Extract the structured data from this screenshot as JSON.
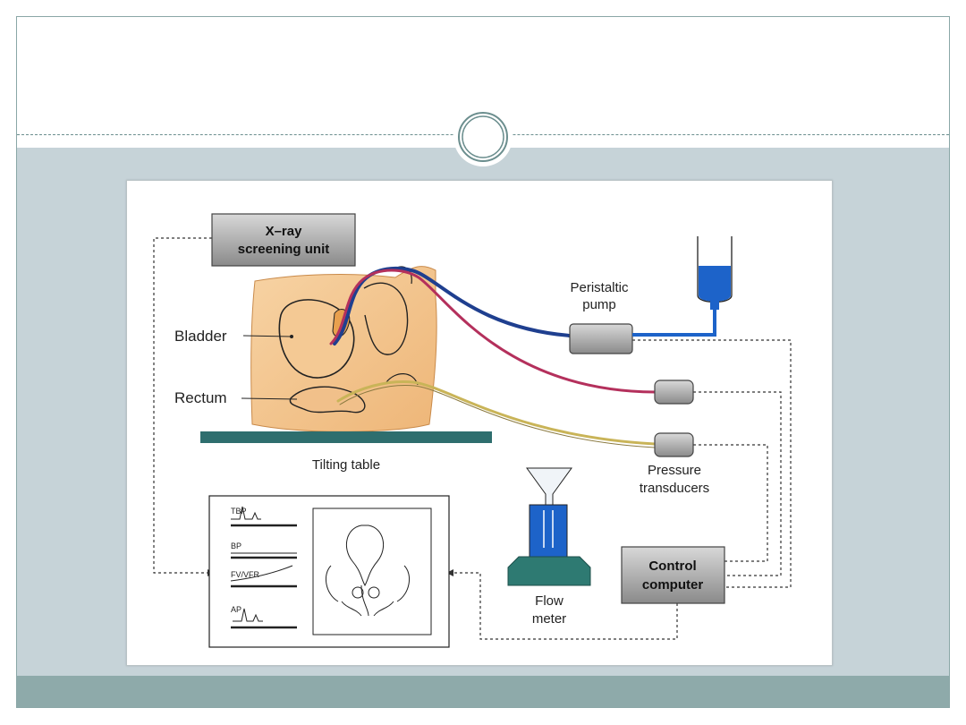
{
  "slide": {
    "colors": {
      "content_background": "#c6d3d8",
      "footer_band": "#8eaaaa",
      "frame_border": "#8aa7a7"
    }
  },
  "diagram": {
    "labels": {
      "xray_unit_line1": "X–ray",
      "xray_unit_line2": "screening unit",
      "bladder": "Bladder",
      "rectum": "Rectum",
      "tilting_table": "Tilting table",
      "peristaltic_pump_line1": "Peristaltic",
      "peristaltic_pump_line2": "pump",
      "pressure_transducers_line1": "Pressure",
      "pressure_transducers_line2": "transducers",
      "control_computer_line1": "Control",
      "control_computer_line2": "computer",
      "flow_meter_line1": "Flow",
      "flow_meter_line2": "meter"
    },
    "monitor_traces": [
      "TBP",
      "BP",
      "FV/VFR",
      "AP"
    ],
    "colors": {
      "body_tissue": "#f3c48c",
      "table": "#2e6e6e",
      "fluid": "#1d63c9",
      "device_box": "#8c8c8c",
      "blue_line": "#1f3f8f",
      "red_line": "#b4305c",
      "yellow_line": "#c9b458"
    }
  }
}
